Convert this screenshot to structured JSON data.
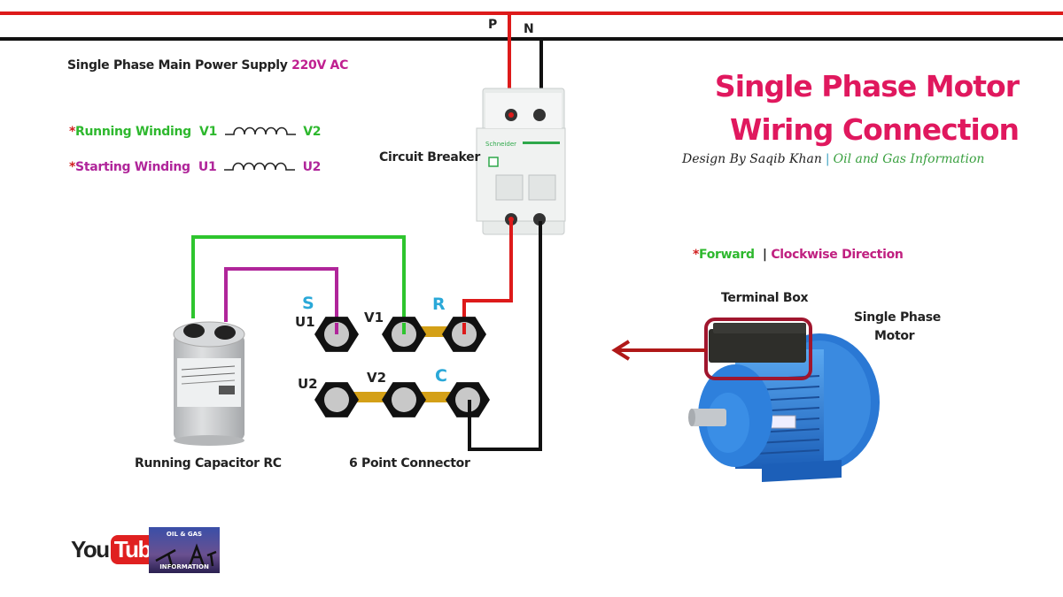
{
  "supply": {
    "phase_label": "P",
    "neutral_label": "N",
    "main_text": "Single Phase Main Power Supply",
    "voltage": "220V AC"
  },
  "legend": {
    "running": {
      "prefix": "*",
      "label": "Running Winding",
      "start": "V1",
      "end": "V2",
      "color": "#2eb82e"
    },
    "starting": {
      "prefix": "*",
      "label": "Starting Winding",
      "start": "U1",
      "end": "U2",
      "color": "#b0259a"
    }
  },
  "title": {
    "line1": "Single Phase Motor",
    "line2": "Wiring Connection",
    "color": "#e0185e",
    "credit_author": "Design By Saqib Khan",
    "credit_separator": "|",
    "credit_org": "Oil and Gas Information",
    "credit_org_color": "#3aa040"
  },
  "components": {
    "breaker_label": "Circuit Breaker",
    "breaker_brand": "Schneider",
    "capacitor_label": "Running Capacitor RC",
    "connector_label": "6 Point Connector",
    "terminal_box_label": "Terminal Box",
    "motor_label_line1": "Single Phase",
    "motor_label_line2": "Motor"
  },
  "connector": {
    "terminals_top": [
      "U1",
      "V1",
      ""
    ],
    "terminals_bottom": [
      "U2",
      "V2",
      ""
    ],
    "phase_labels": {
      "S": "S",
      "R": "R",
      "C": "C"
    }
  },
  "direction": {
    "prefix": "*",
    "forward": "Forward",
    "separator": "|",
    "rotation": "Clockwise Direction"
  },
  "logos": {
    "youtube_you": "You",
    "youtube_tube": "Tube",
    "og_line1": "OIL & GAS",
    "og_line2": "INFORMATION"
  },
  "colors": {
    "phase_wire": "#dd1a1a",
    "neutral_wire": "#111111",
    "running_wire": "#2ec52e",
    "starting_wire": "#b0259a",
    "link_bar": "#d4a017",
    "arrow": "#b01818",
    "motor_blue": "#2e7fd8"
  }
}
